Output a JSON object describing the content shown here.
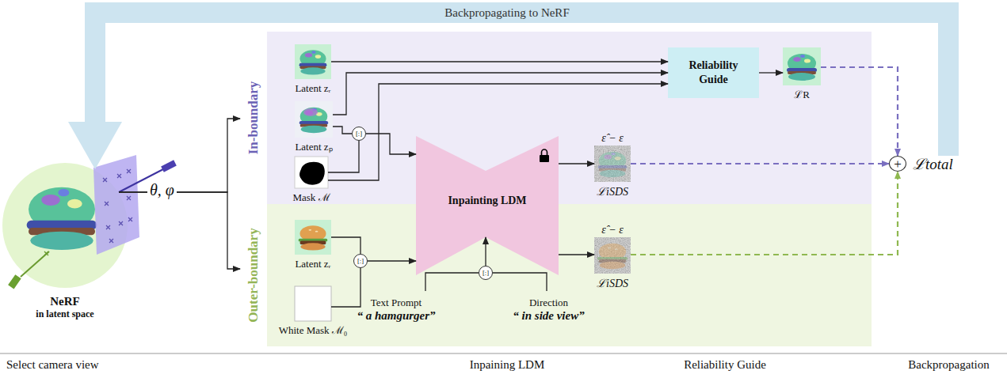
{
  "diagram": {
    "nodes": [
      {
        "text": [
          "NeRF",
          "in latent space"
        ]
      },
      {
        "text": [
          "In-boundary"
        ]
      },
      {
        "text": [
          "Outer-boundary"
        ]
      },
      {
        "text": [
          "Latent zᵣ"
        ],
        "in": 1
      },
      {
        "text": [
          "Latent zₚ"
        ],
        "in": 1
      },
      {
        "text": [
          "Mask ℳ"
        ],
        "in": 1
      },
      {
        "text": [
          "[:]"
        ],
        "in": 1
      },
      {
        "text": [
          "Reliability Guide"
        ],
        "in": 1
      },
      {
        "text": [
          "ℒR"
        ],
        "in": 1
      },
      {
        "text": [
          "ε̂ − ε",
          "ℒiSDS"
        ],
        "in": 1
      },
      {
        "text": [
          "Inpainting LDM"
        ]
      },
      {
        "text": [
          "Latent zᵣ"
        ],
        "in": 2
      },
      {
        "text": [
          "White Mask ℳ₀"
        ],
        "in": 2
      },
      {
        "text": [
          "[:]"
        ],
        "in": 2
      },
      {
        "text": [
          "ε̂ − ε",
          "ℒiSDS"
        ],
        "in": 2
      },
      {
        "text": [
          "Text Prompt",
          "“ a hamgurger”"
        ],
        "in": 2
      },
      {
        "text": [
          "Direction",
          "“ in side view”"
        ],
        "in": 2
      },
      {
        "text": [
          "[:]"
        ],
        "in": 2
      },
      {
        "text": [
          "+",
          "ℒtotal"
        ]
      }
    ],
    "edges": [
      {
        "from": 0,
        "to": 1,
        "arrow": "to"
      },
      {
        "from": 0,
        "to": 2,
        "arrow": "to"
      },
      {
        "from": 3,
        "to": 7,
        "arrow": "to"
      },
      {
        "from": 4,
        "to": 7,
        "arrow": "to"
      },
      {
        "from": 5,
        "to": 7,
        "arrow": "to"
      },
      {
        "from": 4,
        "to": 6,
        "arrow": "none"
      },
      {
        "from": 5,
        "to": 6,
        "arrow": "none"
      },
      {
        "from": 6,
        "to": 10,
        "arrow": "to"
      },
      {
        "from": 7,
        "to": 8,
        "arrow": "to"
      },
      {
        "from": 10,
        "to": 9,
        "arrow": "to"
      },
      {
        "from": 10,
        "to": 14,
        "arrow": "to"
      },
      {
        "from": 11,
        "to": 13,
        "arrow": "none"
      },
      {
        "from": 12,
        "to": 13,
        "arrow": "none"
      },
      {
        "from": 13,
        "to": 10,
        "arrow": "to"
      },
      {
        "from": 15,
        "to": 17,
        "arrow": "none"
      },
      {
        "from": 16,
        "to": 17,
        "arrow": "none"
      },
      {
        "from": 17,
        "to": 10,
        "arrow": "to"
      },
      {
        "from": 8,
        "to": 18,
        "arrow": "to"
      },
      {
        "from": 9,
        "to": 18,
        "arrow": "to"
      },
      {
        "from": 14,
        "to": 18,
        "arrow": "to"
      },
      {
        "from": 18,
        "to": 0,
        "label": "Backpropagating to NeRF",
        "arrow": "to"
      }
    ],
    "labels": [
      "θ, φ",
      "Select camera view",
      "Inpaining LDM",
      "Reliability Guide",
      "Backpropagation"
    ]
  }
}
